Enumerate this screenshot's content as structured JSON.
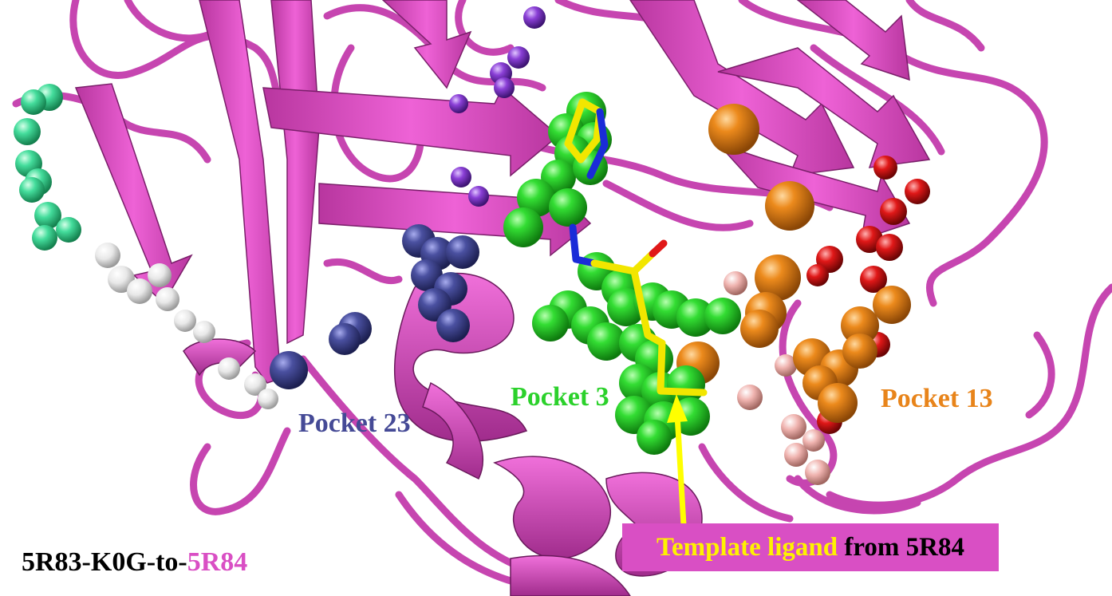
{
  "colors": {
    "protein": "#d94fc4",
    "protein_dark": "#a8329a",
    "pocket23": "#454a96",
    "pocket3": "#2bd12b",
    "pocket13": "#e8841a",
    "ligand": "#f2e600",
    "label_ligand": "#fff200",
    "teal": "#3ddc97",
    "white_spheres": "#e8e8e8",
    "red": "#e01818",
    "violet": "#8a3fd6",
    "pink_light": "#f0b0b0"
  },
  "labels": {
    "pocket23": "Pocket 23",
    "pocket3": "Pocket 3",
    "pocket13": "Pocket 13"
  },
  "caption": {
    "part1": "5R83-K0G-to-",
    "part2": "5R84"
  },
  "template_box": {
    "part1": "Template ligand",
    "part2": " from 5R84"
  }
}
